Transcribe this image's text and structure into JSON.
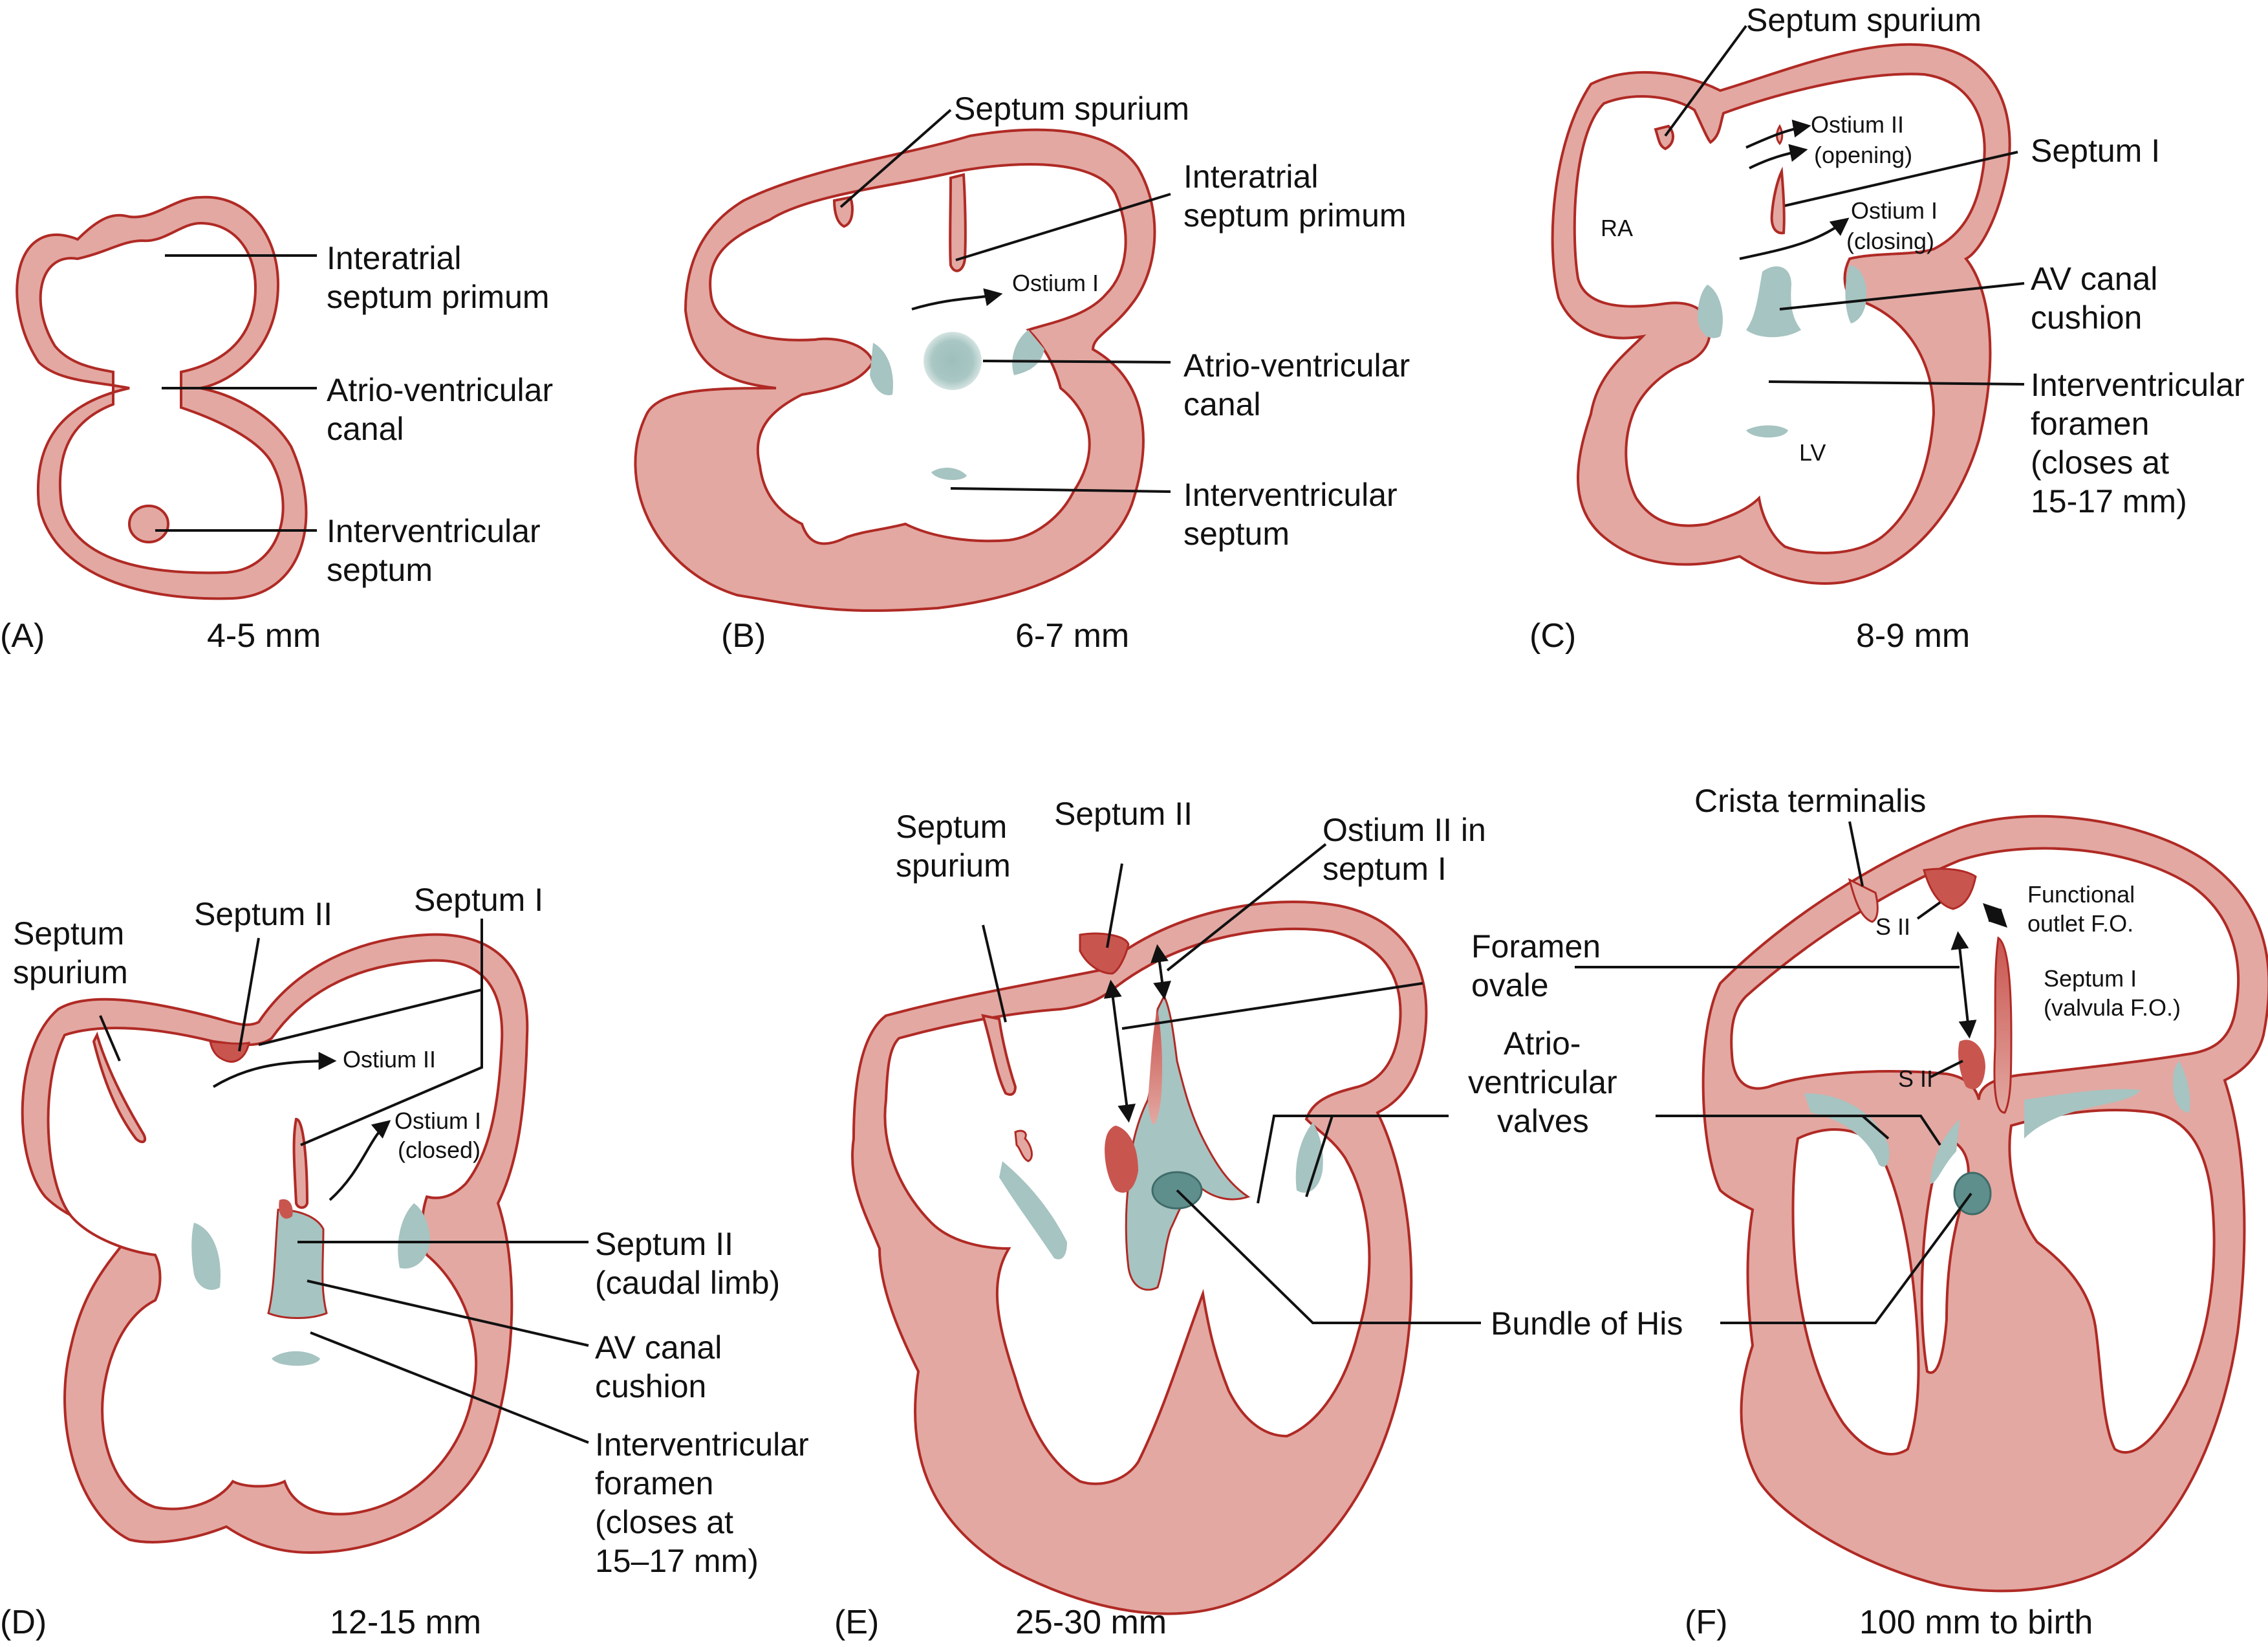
{
  "colors": {
    "tissue": "#e3a8a2",
    "outline": "#b02a25",
    "cushion": "#a6c4c1",
    "septum_dark": "#c9554f",
    "his": "#5f8f8c",
    "text": "#111111"
  },
  "panels": [
    {
      "letter": "(A)",
      "size": "4-5 mm",
      "labels": [
        "Interatrial",
        "septum primum",
        "Atrio-ventricular",
        "canal",
        "Interventricular",
        "septum"
      ]
    },
    {
      "letter": "(B)",
      "size": "6-7 mm",
      "labels": [
        "Septum spurium",
        "Interatrial",
        "septum primum",
        "Ostium I",
        "Atrio-ventricular",
        "canal",
        "Interventricular",
        "septum"
      ]
    },
    {
      "letter": "(C)",
      "size": "8-9 mm",
      "labels": [
        "Septum spurium",
        "Ostium II",
        "(opening)",
        "Septum I",
        "Ostium I",
        "(closing)",
        "RA",
        "AV canal",
        "cushion",
        "Interventricular",
        "foramen",
        "(closes at",
        "15-17 mm)",
        "LV"
      ]
    },
    {
      "letter": "(D)",
      "size": "12-15 mm",
      "labels": [
        "Septum",
        "spurium",
        "Septum II",
        "Septum I",
        "Ostium II",
        "Ostium I",
        "(closed)",
        "Septum II",
        "(caudal limb)",
        "AV canal",
        "cushion",
        "Interventricular",
        "foramen",
        "(closes at",
        "15–17 mm)"
      ]
    },
    {
      "letter": "(E)",
      "size": "25-30 mm",
      "labels": [
        "Septum",
        "spurium",
        "Septum II",
        "Ostium II in",
        "septum I",
        "Foramen",
        "ovale",
        "Atrio-",
        "ventricular",
        "valves",
        "Bundle of His"
      ]
    },
    {
      "letter": "(F)",
      "size": "100 mm to birth",
      "labels": [
        "Crista terminalis",
        "Functional",
        "outlet F.O.",
        "S II",
        "Septum I",
        "(valvula F.O.)",
        "S II"
      ]
    }
  ]
}
